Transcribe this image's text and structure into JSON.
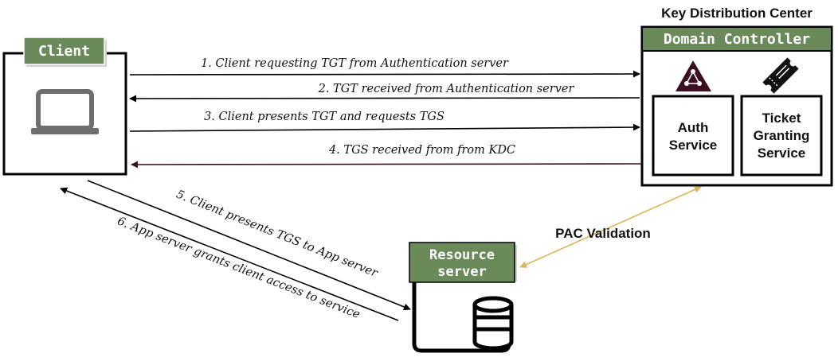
{
  "kdc": {
    "title": "Key Distribution Center",
    "dc_label": "Domain Controller",
    "auth_service": [
      "Auth",
      "Service"
    ],
    "tgs_service": [
      "Ticket",
      "Granting",
      "Service"
    ]
  },
  "client": {
    "label": "Client"
  },
  "resource": {
    "label": [
      "Resource",
      "server"
    ]
  },
  "messages": {
    "m1": "1. Client requesting TGT from Authentication server",
    "m2": "2. TGT received from Authentication server",
    "m3": "3. Client presents TGT and requests TGS",
    "m4": "4. TGS received from from KDC",
    "m5": "5. Client presents TGS to App server",
    "m6": "6. App server grants client access to service"
  },
  "pac": {
    "label": "PAC Validation"
  },
  "colors": {
    "label_fill": "#6b8a5a",
    "pac_arrow": "#d8b65a",
    "arrow4": "#3a1020",
    "kdc_icon": "#3a0f22",
    "stroke": "#000000"
  }
}
